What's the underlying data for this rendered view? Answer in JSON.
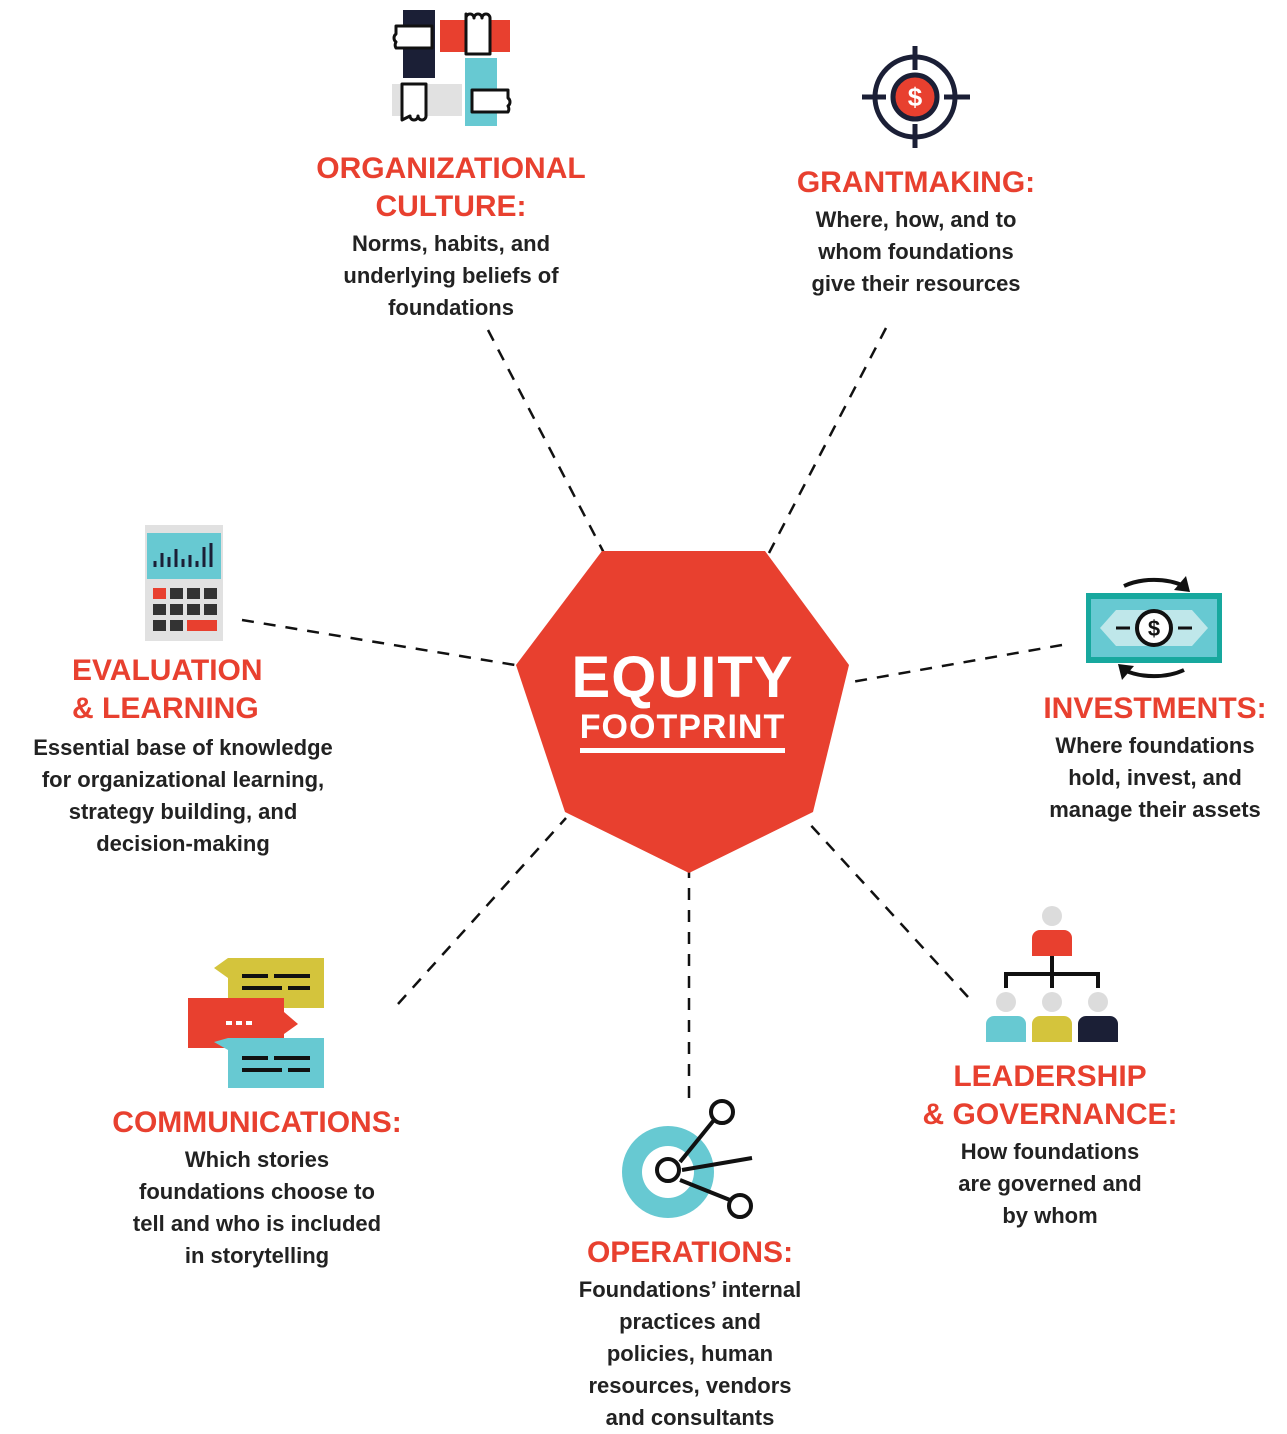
{
  "center": {
    "line1": "EQUITY",
    "line2": "FOOTPRINT"
  },
  "colors": {
    "accent": "#e8402f",
    "teal": "#67c9d2",
    "navy": "#1b1f36",
    "olive": "#d4c43c",
    "gray": "#e1e1e1"
  },
  "nodes": {
    "culture": {
      "title1": "ORGANIZATIONAL",
      "title2": "CULTURE:",
      "desc": [
        "Norms, habits, and",
        "underlying beliefs of",
        "foundations"
      ],
      "icon": "hands-icon"
    },
    "grantmaking": {
      "title1": "GRANTMAKING:",
      "desc": [
        "Where, how, and to",
        "whom foundations",
        "give their resources"
      ],
      "icon": "target-dollar-icon"
    },
    "investments": {
      "title1": "INVESTMENTS:",
      "desc": [
        "Where foundations",
        "hold, invest, and",
        "manage their assets"
      ],
      "icon": "money-cycle-icon"
    },
    "leadership": {
      "title1": "LEADERSHIP",
      "title2": "& GOVERNANCE:",
      "desc": [
        "How foundations",
        "are governed and",
        "by whom"
      ],
      "icon": "org-chart-icon"
    },
    "operations": {
      "title1": "OPERATIONS:",
      "desc": [
        "Foundations’ internal",
        "practices and",
        "policies, human",
        "resources, vendors",
        "and consultants"
      ],
      "icon": "share-network-icon"
    },
    "communications": {
      "title1": "COMMUNICATIONS:",
      "desc": [
        "Which stories",
        "foundations choose to",
        "tell and who is included",
        "in storytelling"
      ],
      "icon": "chat-bubbles-icon"
    },
    "evaluation": {
      "title1": "EVALUATION",
      "title2": "& LEARNING",
      "desc": [
        "Essential base of knowledge",
        "for organizational learning,",
        "strategy building, and",
        "decision-making"
      ],
      "icon": "calculator-chart-icon"
    }
  }
}
